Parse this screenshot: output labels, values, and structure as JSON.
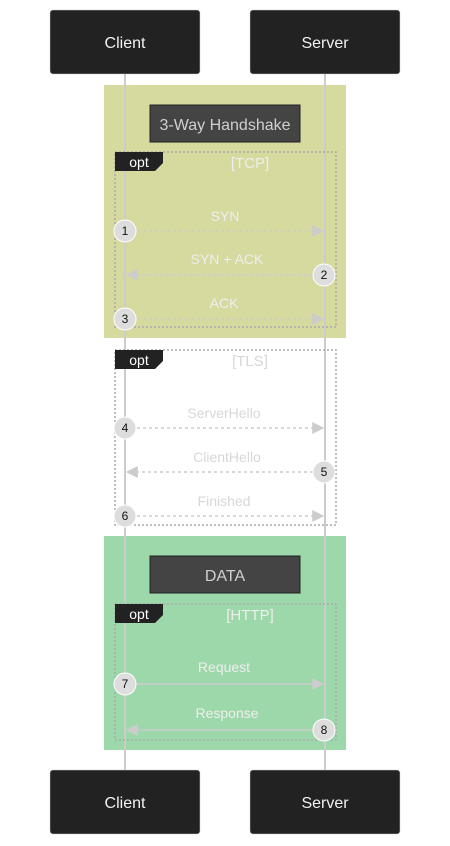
{
  "actors": {
    "client": "Client",
    "server": "Server"
  },
  "boxes": [
    {
      "title": "3-Way Handshake",
      "color": "#d6da9f"
    },
    {
      "title": "DATA",
      "color": "#9dd8aa"
    }
  ],
  "fragments": [
    {
      "tag": "opt",
      "condition": "[TCP]"
    },
    {
      "tag": "opt",
      "condition": "[TLS]"
    },
    {
      "tag": "opt",
      "condition": "[HTTP]"
    }
  ],
  "messages": [
    {
      "number": "1",
      "label": "SYN",
      "direction": "client-to-server",
      "style": "dashed"
    },
    {
      "number": "2",
      "label": "SYN + ACK",
      "direction": "server-to-client",
      "style": "dashed"
    },
    {
      "number": "3",
      "label": "ACK",
      "direction": "client-to-server",
      "style": "dashed"
    },
    {
      "number": "4",
      "label": "ServerHello",
      "direction": "client-to-server",
      "style": "dashed"
    },
    {
      "number": "5",
      "label": "ClientHello",
      "direction": "server-to-client",
      "style": "dashed"
    },
    {
      "number": "6",
      "label": "Finished",
      "direction": "client-to-server",
      "style": "dashed"
    },
    {
      "number": "7",
      "label": "Request",
      "direction": "client-to-server",
      "style": "solid"
    },
    {
      "number": "8",
      "label": "Response",
      "direction": "server-to-client",
      "style": "solid"
    }
  ],
  "colors": {
    "actor_fill": "#222222",
    "lifeline": "#cccccc",
    "box_title_fill": "#444444",
    "fragment_border": "#aaaaaa",
    "arrow": "#cccccc",
    "badge": "#dddddd",
    "text_on_light": "#d7d7d7",
    "text_on_tinted": "#eeeeee"
  }
}
